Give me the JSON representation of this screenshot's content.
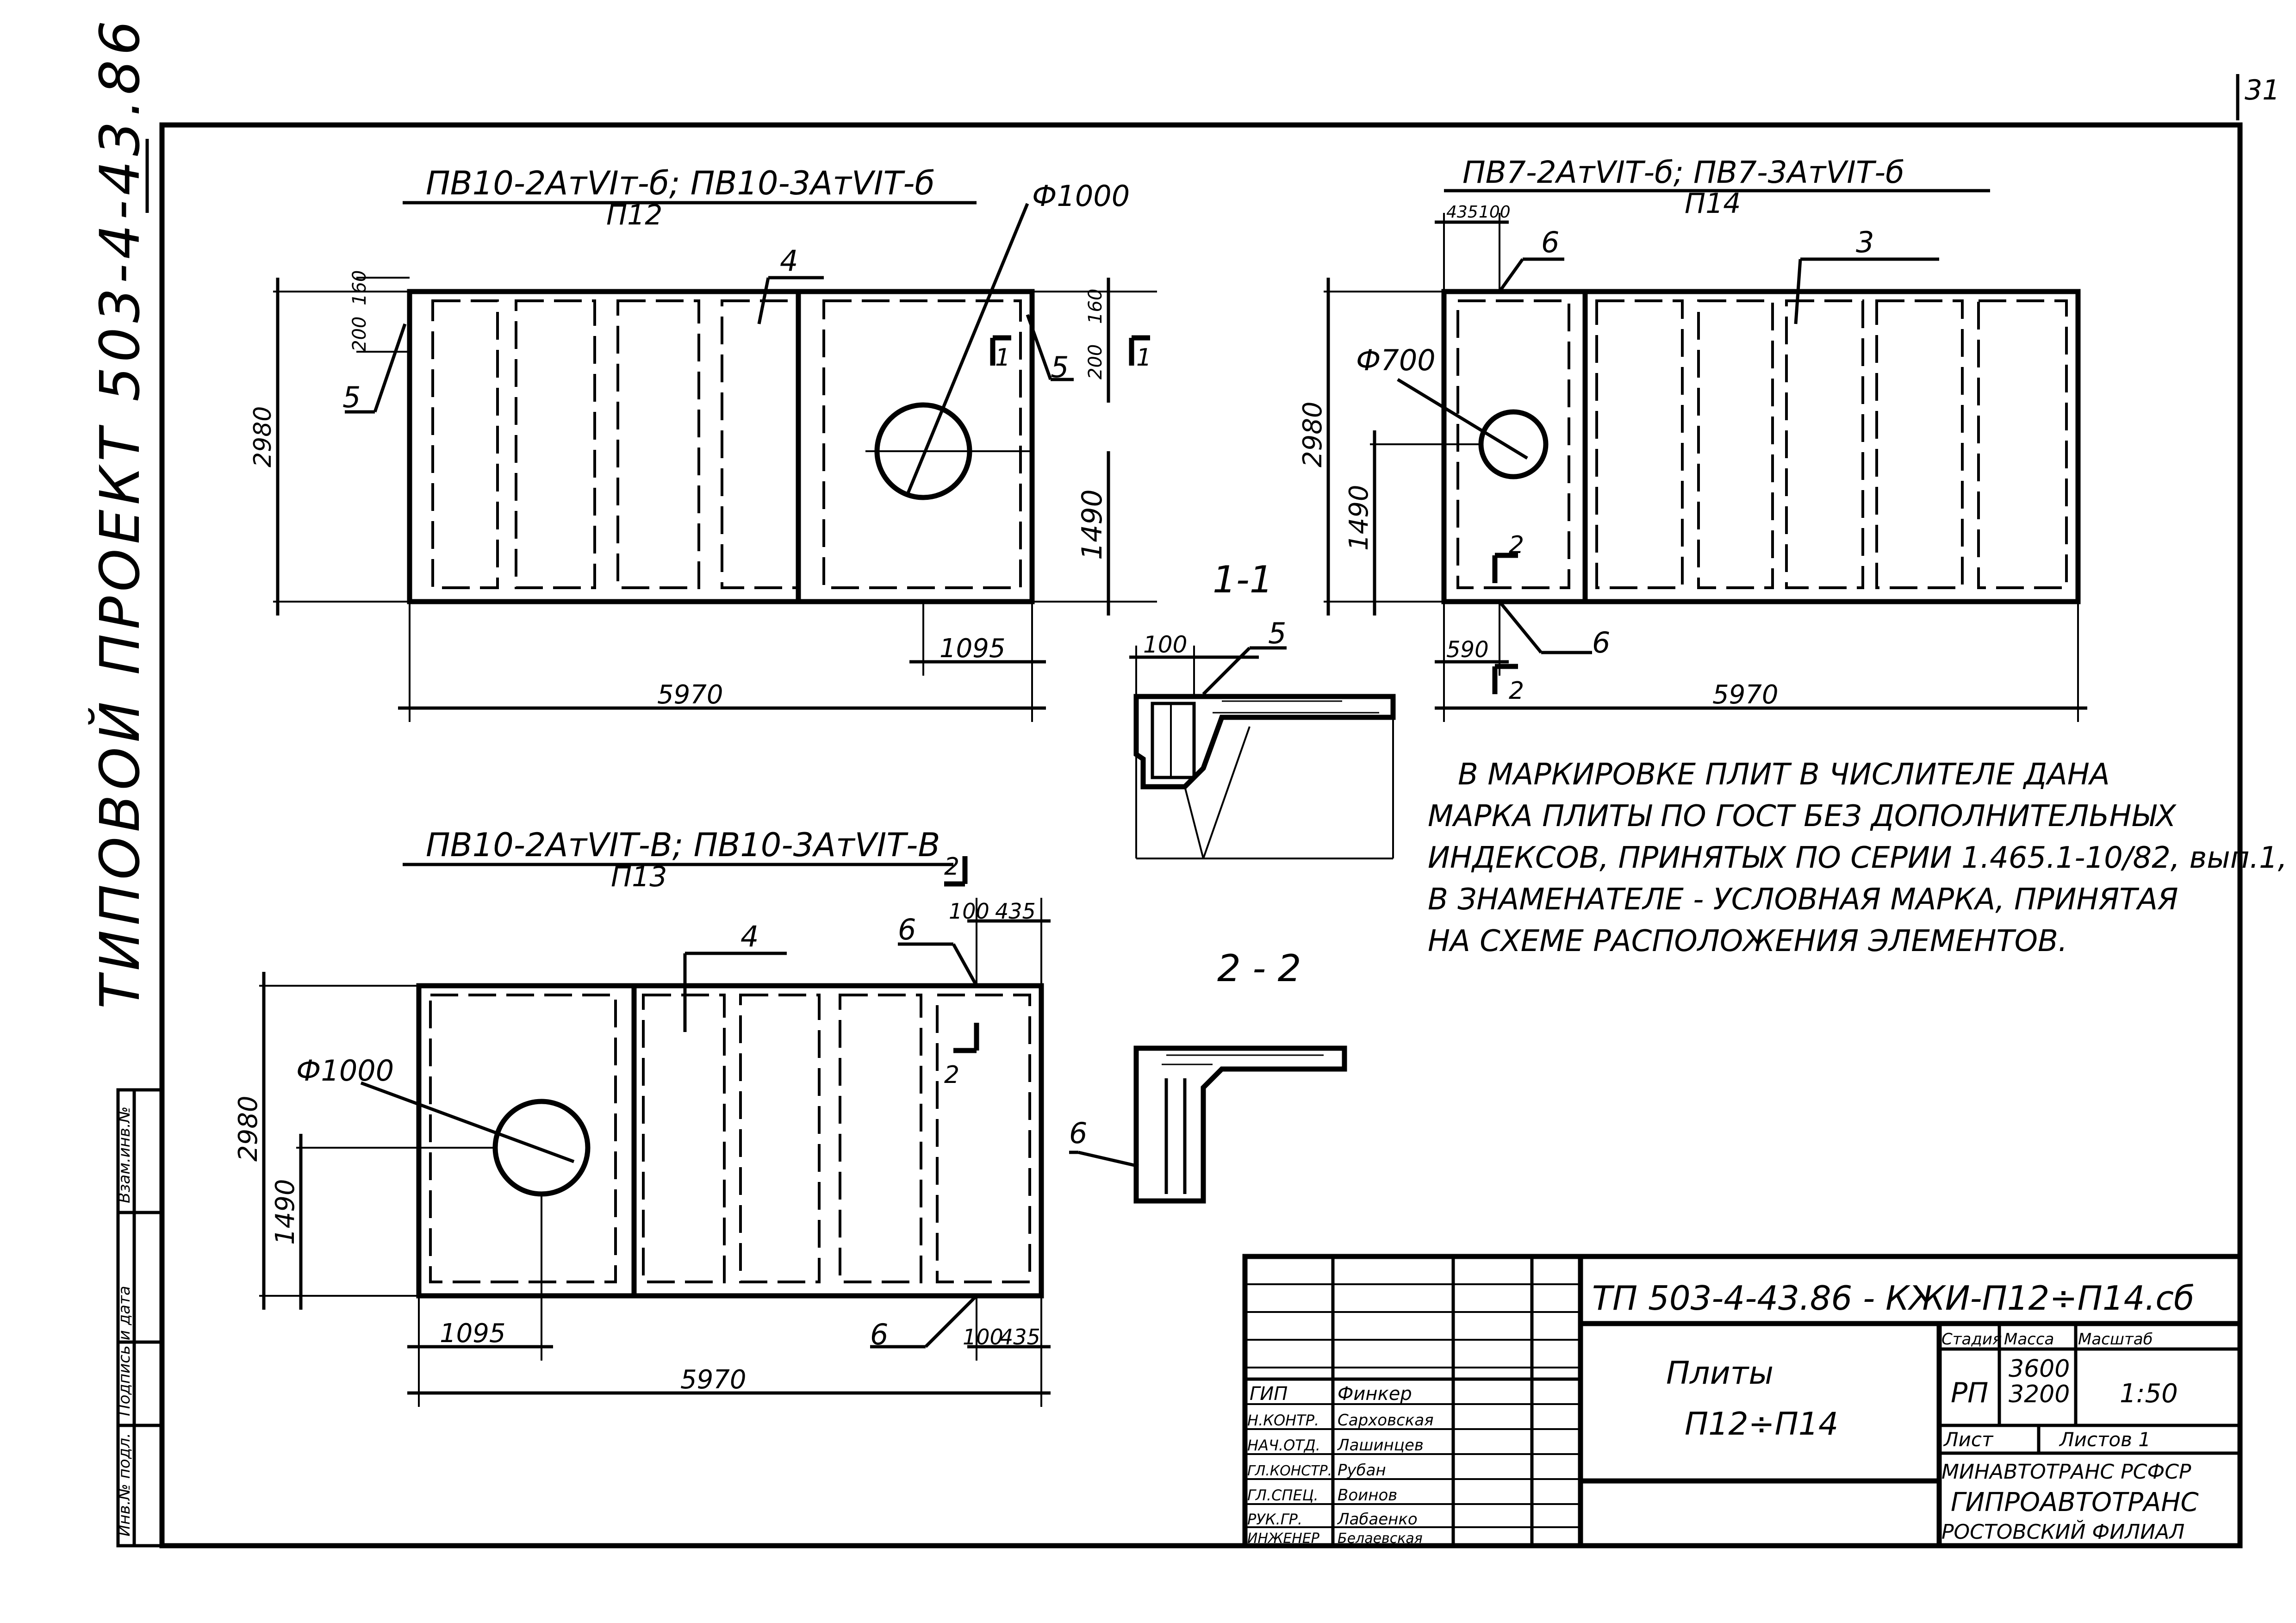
{
  "page_number": "31",
  "side_title": "ТИПОВОЙ   ПРОЕКТ  503-4-43.86   АЛЬБОМ IV",
  "side_stamp": [
    "Инв.№ подл.",
    "Подпись и дата",
    "Взам.инв.№"
  ],
  "slab_a": {
    "title": "ПВ10-2АтVIт-б; ПВ10-3АтVIТ-б",
    "mark": "П12",
    "diameter": "Ф1000",
    "dims": {
      "width": "5970",
      "height": "2980",
      "hole_offset_x": "1095",
      "hole_offset_y": "1490",
      "edge_a": "200",
      "edge_b": "160",
      "edge_c": "200",
      "edge_d": "160"
    },
    "callouts": [
      "4",
      "5",
      "5"
    ],
    "section": "1"
  },
  "slab_b": {
    "title": "ПВ7-2АтVIТ-б;  ПВ7-3АтVIТ-б",
    "mark": "П14",
    "diameter": "Ф700",
    "dims": {
      "width": "5970",
      "height": "2980",
      "hole_offset_y": "1490",
      "top_a": "435",
      "top_b": "100",
      "bottom": "590"
    },
    "callouts": [
      "6",
      "3",
      "6"
    ],
    "section": "2"
  },
  "slab_c": {
    "title": "ПВ10-2АтVIТ-В;  ПВ10-3АтVIТ-В",
    "mark": "П13",
    "diameter": "Ф1000",
    "dims": {
      "width": "5970",
      "height": "2980",
      "hole_offset_x": "1095",
      "hole_offset_y": "1490",
      "top_a": "100",
      "top_b": "435",
      "bot_a": "100",
      "bot_b": "435"
    },
    "callouts": [
      "4",
      "6",
      "6"
    ],
    "section": "2"
  },
  "section_1": {
    "label": "1-1",
    "dim": "100",
    "callout": "5"
  },
  "section_2": {
    "label": "2 - 2",
    "callout": "6"
  },
  "note_lines": [
    "В МАРКИРОВКЕ ПЛИТ В ЧИСЛИТЕЛЕ ДАНА",
    "МАРКА ПЛИТЫ ПО ГОСТ БЕЗ ДОПОЛНИТЕЛЬНЫХ",
    "ИНДЕКСОВ, ПРИНЯТЫХ ПО СЕРИИ 1.465.1-10/82, вып.1,",
    "В ЗНАМЕНАТЕЛЕ - УСЛОВНАЯ МАРКА, ПРИНЯТАЯ",
    "НА СХЕМЕ РАСПОЛОЖЕНИЯ ЭЛЕМЕНТОВ."
  ],
  "title_block": {
    "doc_code": "ТП    503-4-43.86 -  КЖИ-П12÷П14.сб",
    "name_line1": "Плиты",
    "name_line2": "П12÷П14",
    "stage_header": "Стадия",
    "mass_header": "Масса",
    "scale_header": "Масштаб",
    "stage": "РП",
    "mass_1": "3600",
    "mass_2": "3200",
    "scale": "1:50",
    "sheet_label": "Лист",
    "sheets_label": "Листов 1",
    "org_1": "МИНАВТОТРАНС РСФСР",
    "org_2": "ГИПРОАВТОТРАНС",
    "org_3": "РОСТОВСКИЙ ФИЛИАЛ",
    "staff": [
      {
        "role": "ГИП",
        "name": "Финкер"
      },
      {
        "role": "Н.КОНТР.",
        "name": "Сарховская"
      },
      {
        "role": "НАЧ.ОТД.",
        "name": "Лашинцев"
      },
      {
        "role": "ГЛ.КОНСТР.",
        "name": "Рубан"
      },
      {
        "role": "ГЛ.СПЕЦ.",
        "name": "Воинов"
      },
      {
        "role": "РУК.ГР.",
        "name": "Лабаенко"
      },
      {
        "role": "ИНЖЕНЕР",
        "name": "Белаевская"
      }
    ]
  }
}
